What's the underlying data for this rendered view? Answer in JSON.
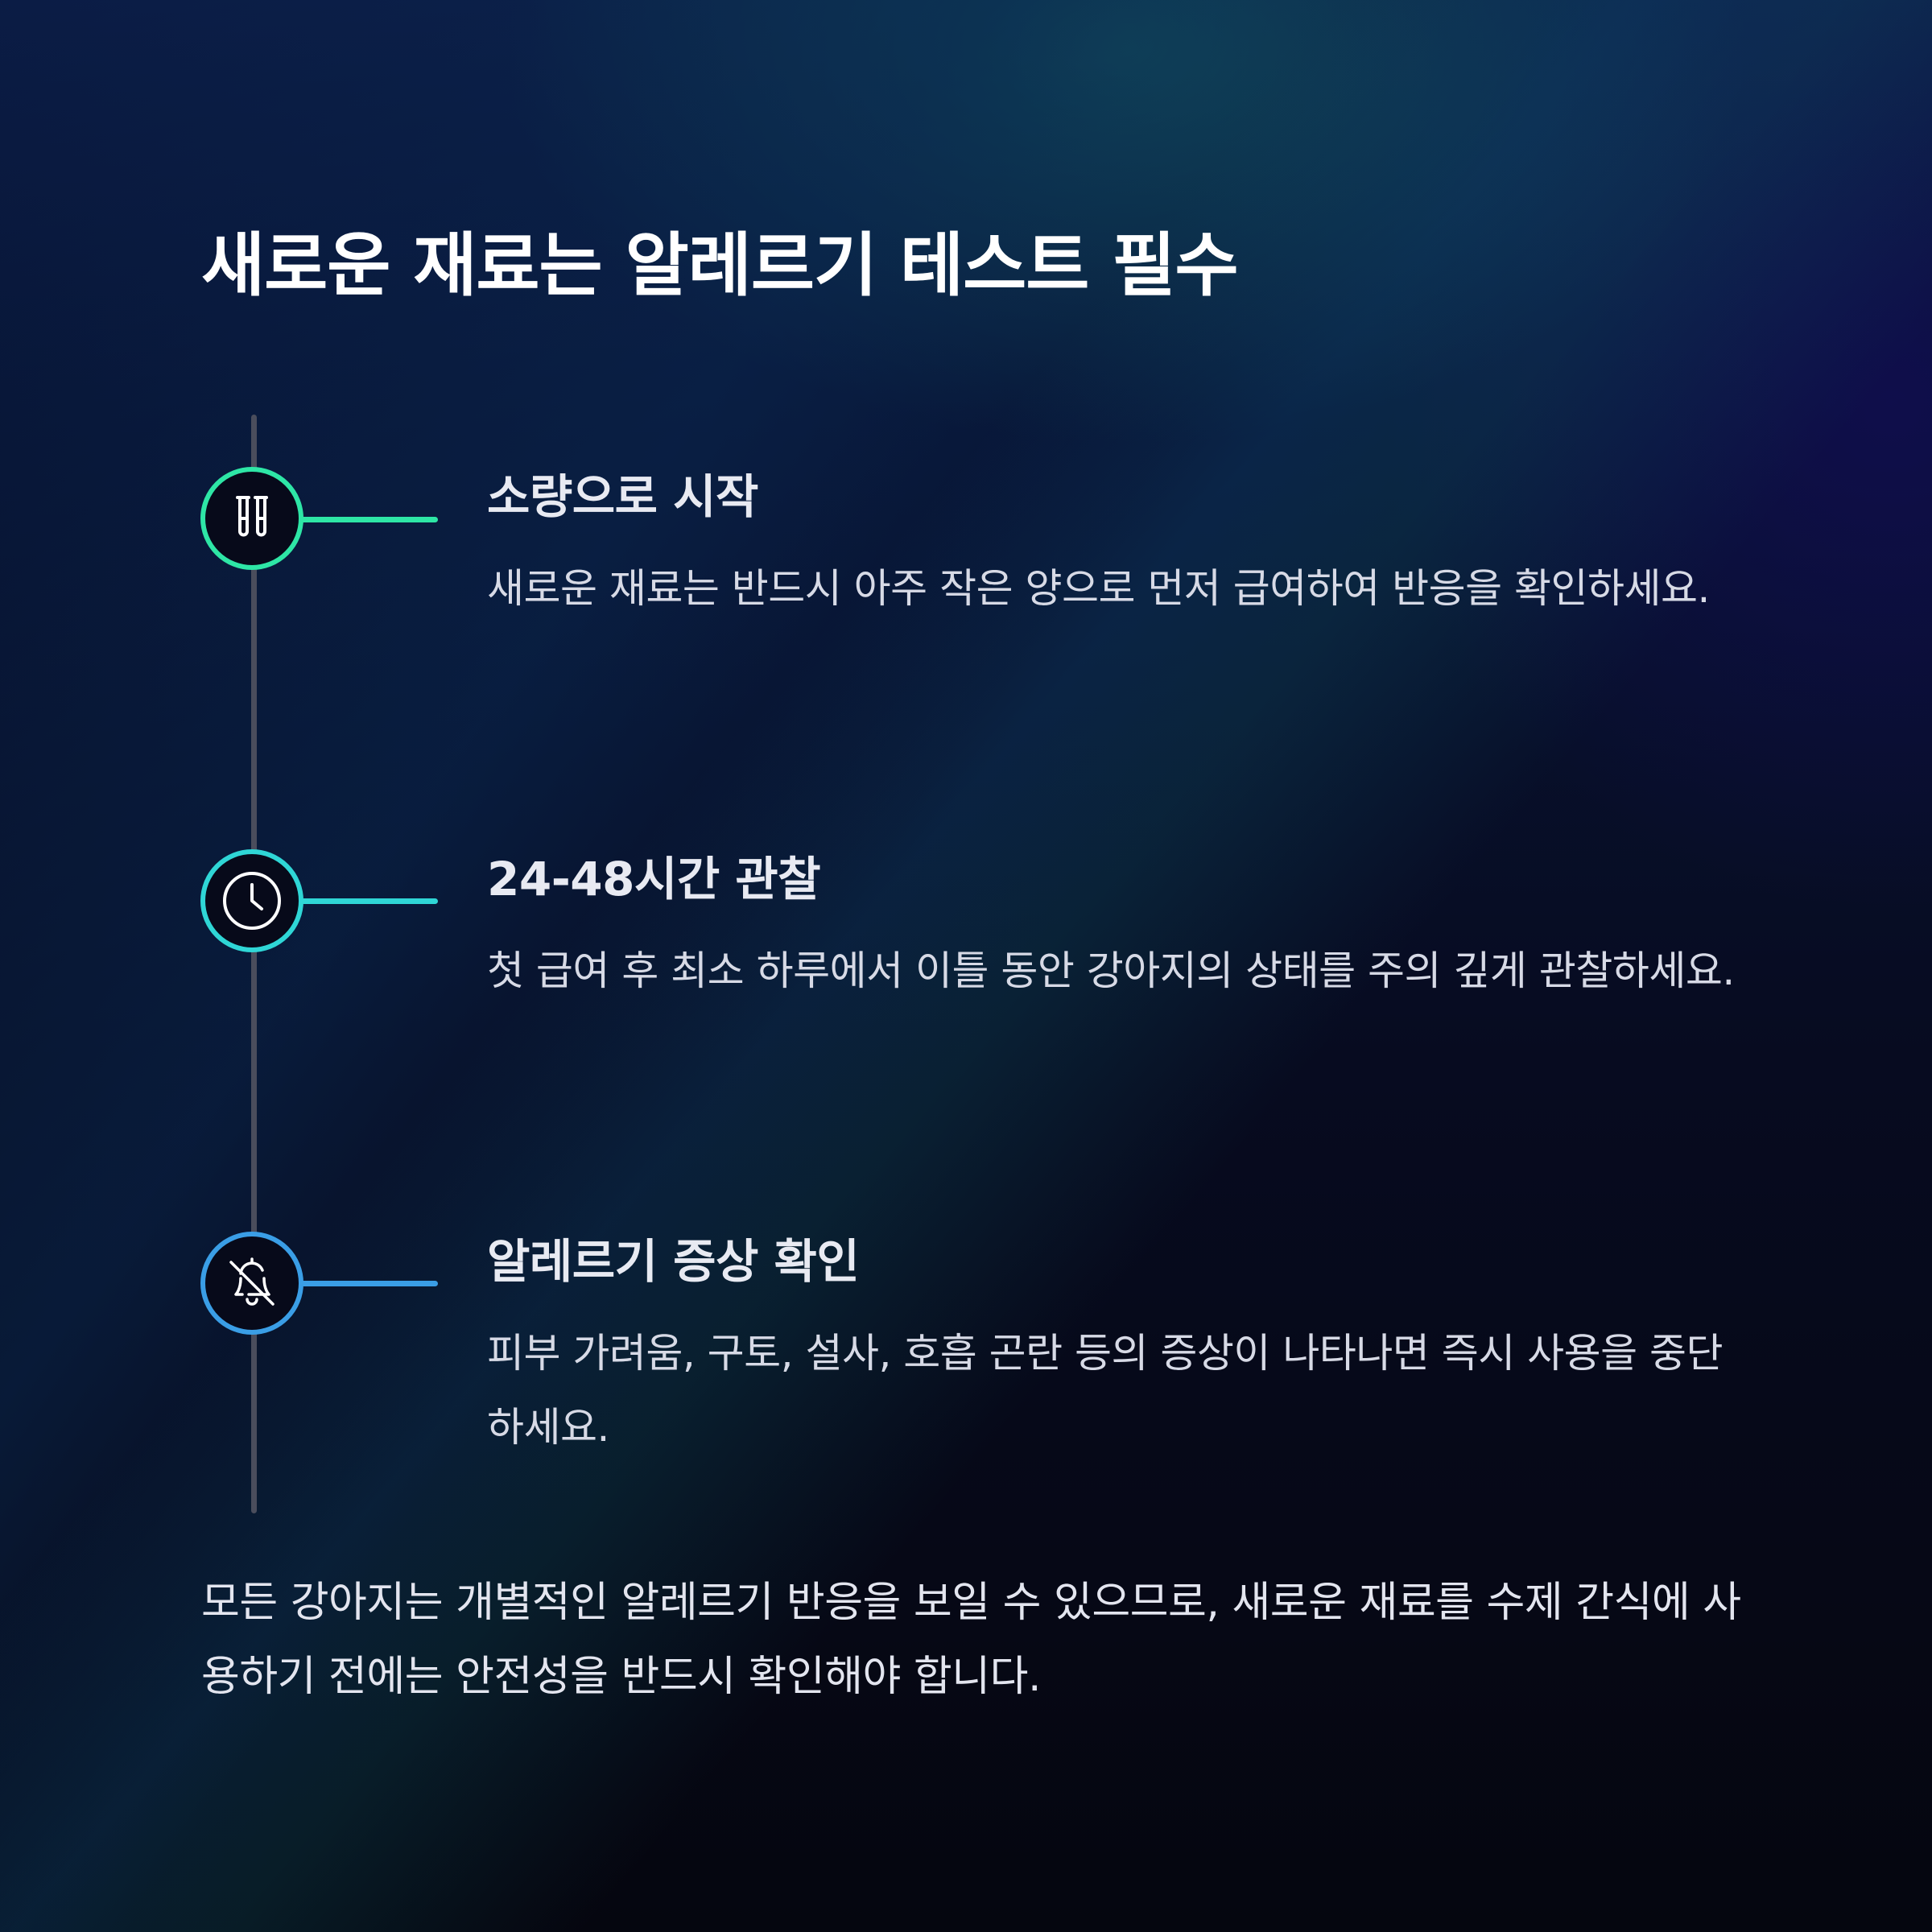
{
  "title": "새로운 재료는 알레르기 테스트 필수",
  "steps": [
    {
      "icon": "test-tubes-icon",
      "color": "#2ee6a6",
      "title": "소량으로 시작",
      "description": "새로운 재료는 반드시 아주 작은 양으로 먼저 급여하여 반응을 확인하세요."
    },
    {
      "icon": "clock-icon",
      "color": "#2fd6d6",
      "title": "24-48시간 관찰",
      "description": "첫 급여 후 최소 하루에서 이틀 동안 강아지의 상태를 주의 깊게 관찰하세요."
    },
    {
      "icon": "bell-off-icon",
      "color": "#3a9ee6",
      "title": "알레르기 증상 확인",
      "description": "피부 가려움, 구토, 설사, 호흡 곤란 등의 증상이 나타나면 즉시 사용을 중단하세요."
    }
  ],
  "footer": "모든 강아지는 개별적인 알레르기 반응을 보일 수 있으므로, 새로운 재료를 수제 간식에 사용하기 전에는 안전성을 반드시 확인해야 합니다."
}
